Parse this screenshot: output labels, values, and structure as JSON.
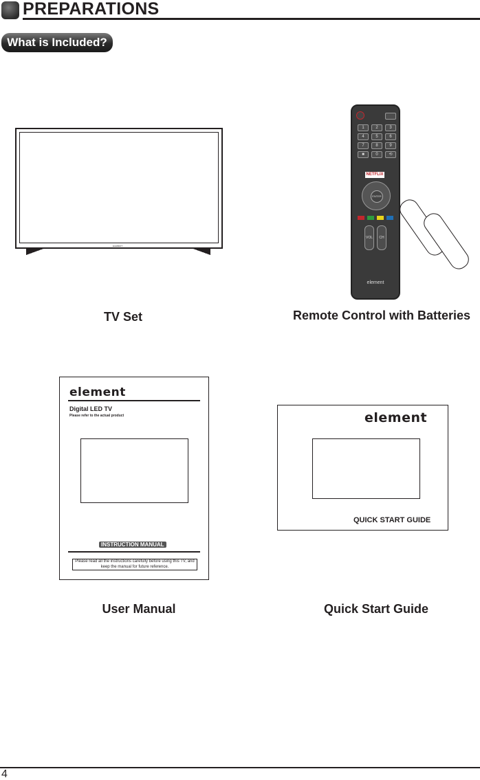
{
  "header": {
    "title": "PREPARATIONS",
    "section_badge": "What is Included?"
  },
  "items": [
    {
      "label": "TV Set",
      "tv_logo": "ELEMENT"
    },
    {
      "label": "Remote Control with Batteries"
    },
    {
      "label": "User Manual"
    },
    {
      "label": "Quick Start Guide"
    }
  ],
  "remote": {
    "keys": [
      "1",
      "2",
      "3",
      "4",
      "5",
      "6",
      "7",
      "8",
      "9",
      "■",
      "0",
      "⟲"
    ],
    "netflix": "NETFLIX",
    "enter": "ENTER",
    "vol": "VOL",
    "ch": "CH",
    "logo": "element"
  },
  "manual": {
    "logo": "element",
    "title": "Digital LED TV",
    "subtitle": "Please refer to the actual product",
    "badge": "INSTRUCTION MANUAL",
    "notice": "Please read all the instructions carefully before using this TV, and keep the manual for future reference."
  },
  "quick_start": {
    "logo": "element",
    "label": "QUICK START GUIDE"
  },
  "footer": {
    "page_number": "4"
  },
  "colors": {
    "remote_red": "#c1272d",
    "remote_green": "#2e9b3e",
    "remote_yellow": "#e8d41a",
    "remote_blue": "#1f6fb5"
  }
}
